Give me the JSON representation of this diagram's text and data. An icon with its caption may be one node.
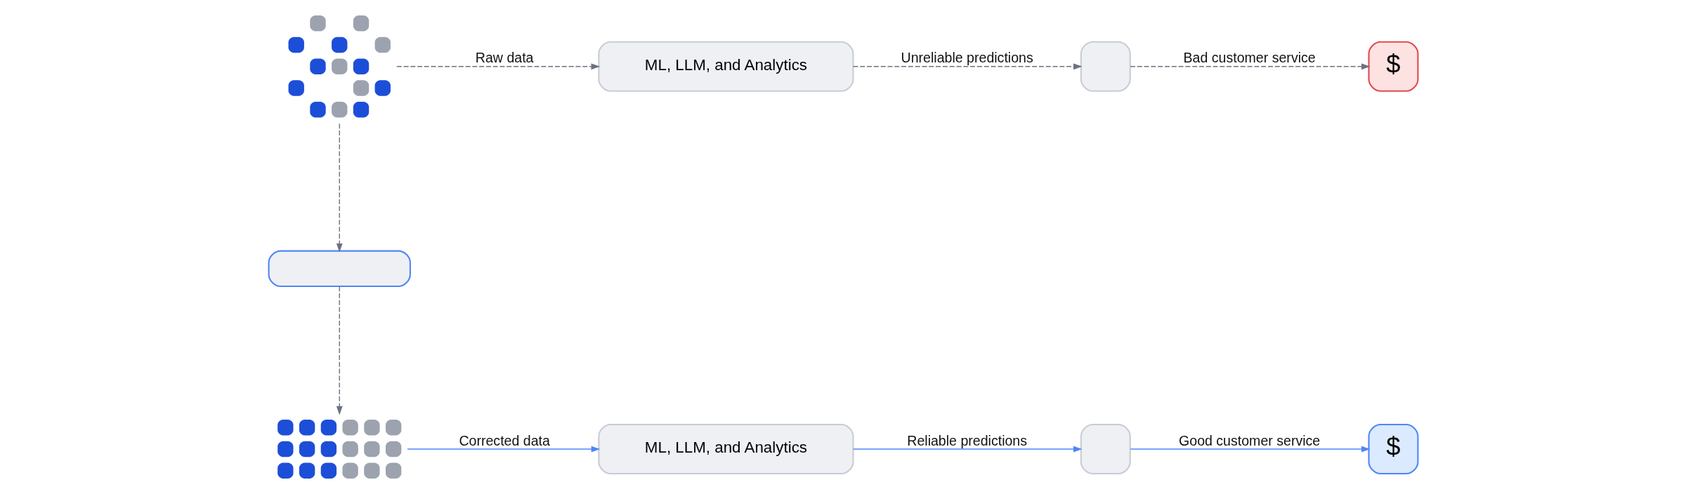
{
  "diagram": {
    "nodes": [
      {
        "text": [],
        "shape": "picture"
      },
      {
        "text": [
          "ML, LLM, and Analytics"
        ]
      },
      {
        "text": [],
        "shape": "box"
      },
      {
        "text": [
          "$"
        ]
      },
      {
        "text": [],
        "shape": "box"
      },
      {
        "text": [],
        "shape": "picture"
      },
      {
        "text": [
          "ML, LLM, and Analytics"
        ]
      },
      {
        "text": [],
        "shape": "box"
      },
      {
        "text": [
          "$"
        ]
      }
    ],
    "edges": [
      {
        "from": 0,
        "to": 1,
        "arrow": "to",
        "label": "Raw data",
        "style": "dashed",
        "color": "#6b7280"
      },
      {
        "from": 1,
        "to": 2,
        "arrow": "to",
        "label": "Unreliable predictions",
        "style": "dashed",
        "color": "#6b7280"
      },
      {
        "from": 2,
        "to": 3,
        "arrow": "to",
        "label": "Bad customer service",
        "style": "dashed",
        "color": "#6b7280"
      },
      {
        "from": 0,
        "to": 4,
        "arrow": "to",
        "style": "dashed",
        "color": "#6b7280"
      },
      {
        "from": 4,
        "to": 5,
        "arrow": "to",
        "style": "dashed",
        "color": "#6b7280"
      },
      {
        "from": 5,
        "to": 6,
        "arrow": "to",
        "label": "Corrected data",
        "color": "#4f86f7"
      },
      {
        "from": 6,
        "to": 7,
        "arrow": "to",
        "label": "Reliable predictions",
        "color": "#4f86f7"
      },
      {
        "from": 7,
        "to": 8,
        "arrow": "to",
        "label": "Good customer service",
        "color": "#4f86f7"
      }
    ]
  }
}
